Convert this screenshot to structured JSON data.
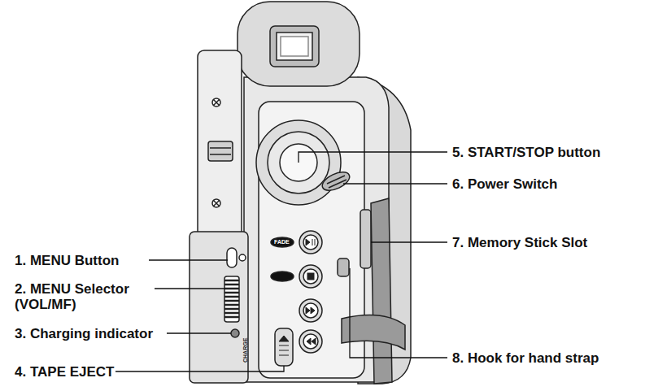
{
  "diagram": {
    "labels": [
      "1. MENU Button",
      "2. MENU Selector (VOL/MF)",
      "3. Charging indicator",
      "4. TAPE EJECT",
      "5. START/STOP button",
      "6. Power Switch",
      "7. Memory Stick Slot",
      "8. Hook for hand strap",
      "FADE",
      "CHARGE"
    ]
  }
}
